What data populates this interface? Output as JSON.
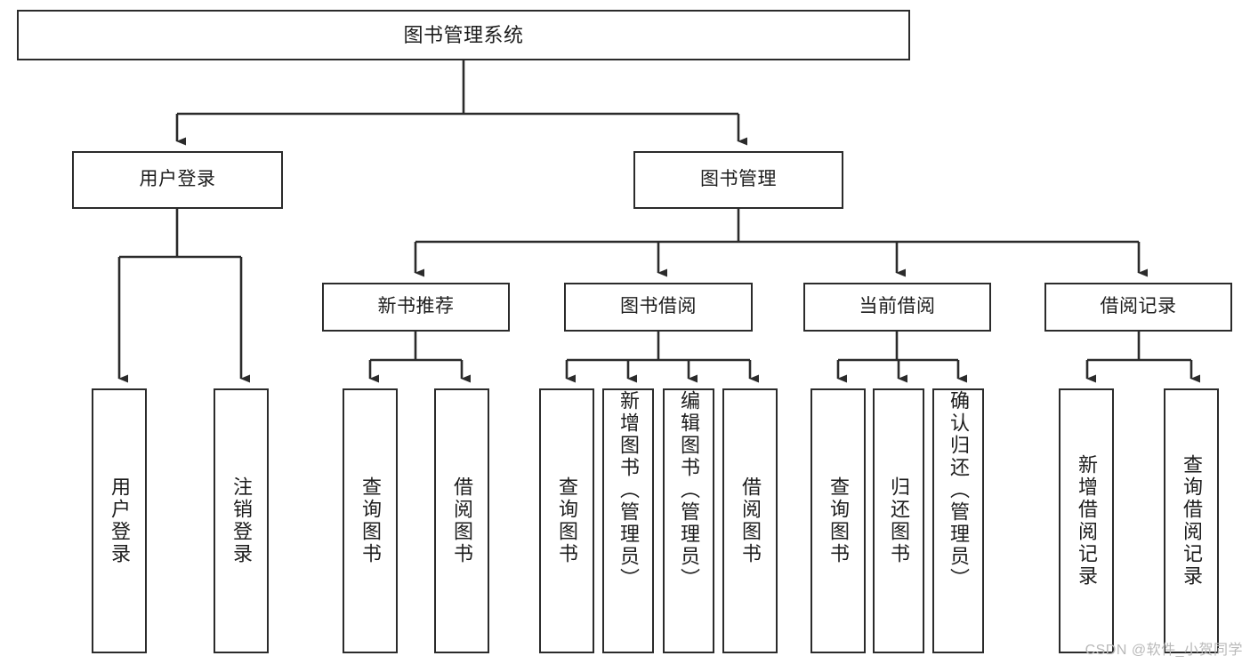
{
  "diagram": {
    "type": "tree-hierarchy",
    "title": "图书管理系统",
    "root": {
      "label": "图书管理系统"
    },
    "level1": [
      {
        "label": "用户登录"
      },
      {
        "label": "图书管理"
      }
    ],
    "level2": [
      {
        "label": "新书推荐"
      },
      {
        "label": "图书借阅"
      },
      {
        "label": "当前借阅"
      },
      {
        "label": "借阅记录"
      }
    ],
    "leaves": {
      "user_login": [
        {
          "label": "用户登录"
        },
        {
          "label": "注销登录"
        }
      ],
      "new_book_recommend": [
        {
          "label": "查询图书"
        },
        {
          "label": "借阅图书"
        }
      ],
      "book_borrow": [
        {
          "label": "查询图书"
        },
        {
          "label": "新增图书（管理员）"
        },
        {
          "label": "编辑图书（管理员）"
        },
        {
          "label": "借阅图书"
        }
      ],
      "current_borrow": [
        {
          "label": "查询图书"
        },
        {
          "label": "归还图书"
        },
        {
          "label": "确认归还（管理员）"
        }
      ],
      "borrow_records": [
        {
          "label": "新增借阅记录"
        },
        {
          "label": "查询借阅记录"
        }
      ]
    }
  },
  "watermark": {
    "text": "CSDN @软件_小贺同学"
  },
  "colors": {
    "stroke": "#2b2b2b",
    "fill": "#ffffff",
    "text": "#1d1d1d",
    "watermark": "#b9b9b9"
  }
}
